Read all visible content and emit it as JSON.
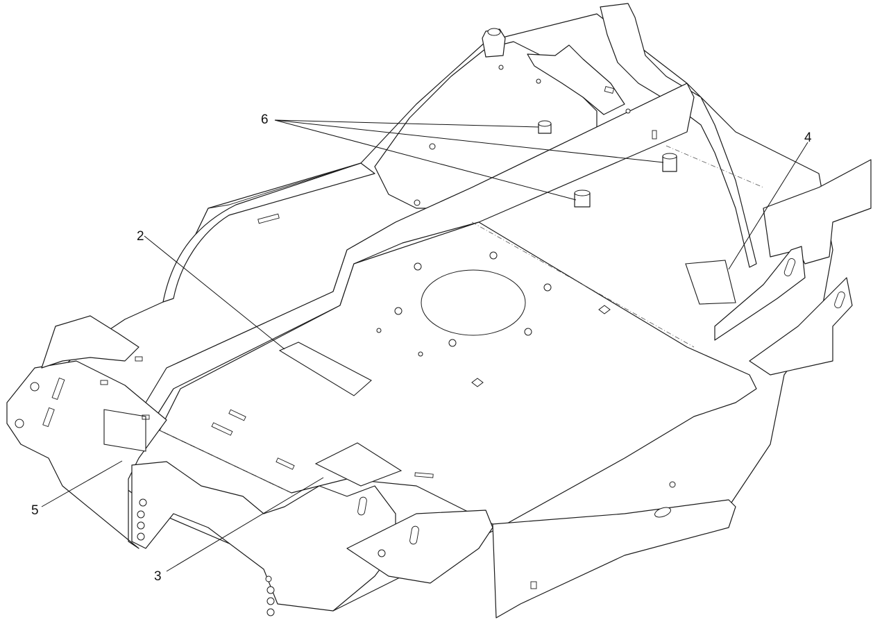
{
  "callouts": [
    {
      "id": "callout-2",
      "label": "2"
    },
    {
      "id": "callout-3",
      "label": "3"
    },
    {
      "id": "callout-4",
      "label": "4"
    },
    {
      "id": "callout-5",
      "label": "5"
    },
    {
      "id": "callout-6",
      "label": "6"
    }
  ],
  "colors": {
    "line": "#1a1a1a",
    "background": "#ffffff"
  }
}
